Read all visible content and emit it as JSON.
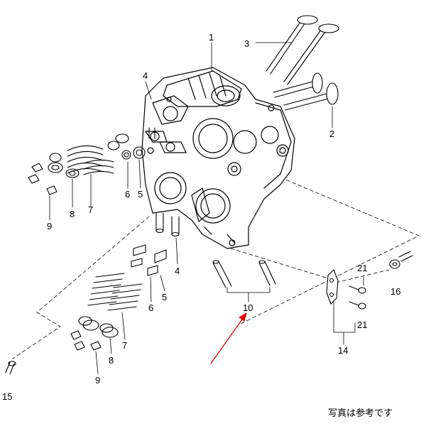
{
  "diagram": {
    "title": "cylinder head exploded parts diagram",
    "callouts": {
      "c1": "1",
      "c2": "2",
      "c3": "3",
      "c4a": "4",
      "c4b": "4",
      "c5a": "5",
      "c5b": "5",
      "c6a": "6",
      "c6b": "6",
      "c7a": "7",
      "c7b": "7",
      "c8a": "8",
      "c8b": "8",
      "c9a": "9",
      "c9b": "9",
      "c10": "10",
      "c14": "14",
      "c15": "15",
      "c16": "16",
      "c21a": "21",
      "c21b": "21"
    },
    "note": "写真は参考です",
    "colors": {
      "line": "#000000",
      "arrow": "#e60000",
      "fill": "#ffffff"
    }
  }
}
